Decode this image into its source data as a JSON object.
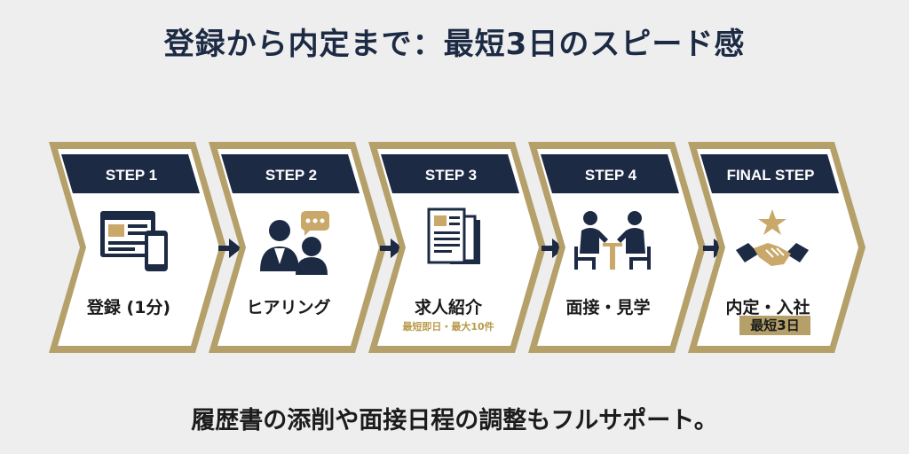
{
  "title": "登録から内定まで：最短3日のスピード感",
  "steps": [
    {
      "label": "STEP 1",
      "name": "登録 (1分)",
      "icon": "devices-icon"
    },
    {
      "label": "STEP 2",
      "name": "ヒアリング",
      "icon": "consultation-icon"
    },
    {
      "label": "STEP 3",
      "name": "求人紹介",
      "note": "最短即日・最大10件",
      "icon": "documents-icon"
    },
    {
      "label": "STEP 4",
      "name": "面接・見学",
      "icon": "interview-icon"
    },
    {
      "label": "FINAL STEP",
      "name": "内定・入社",
      "badge": "最短3日",
      "icon": "handshake-star-icon"
    }
  ],
  "footer": "履歴書の添削や面接日程の調整もフルサポート。",
  "colors": {
    "navy": "#1c2a44",
    "gold": "#b5a06a",
    "background": "#eeeeee"
  }
}
